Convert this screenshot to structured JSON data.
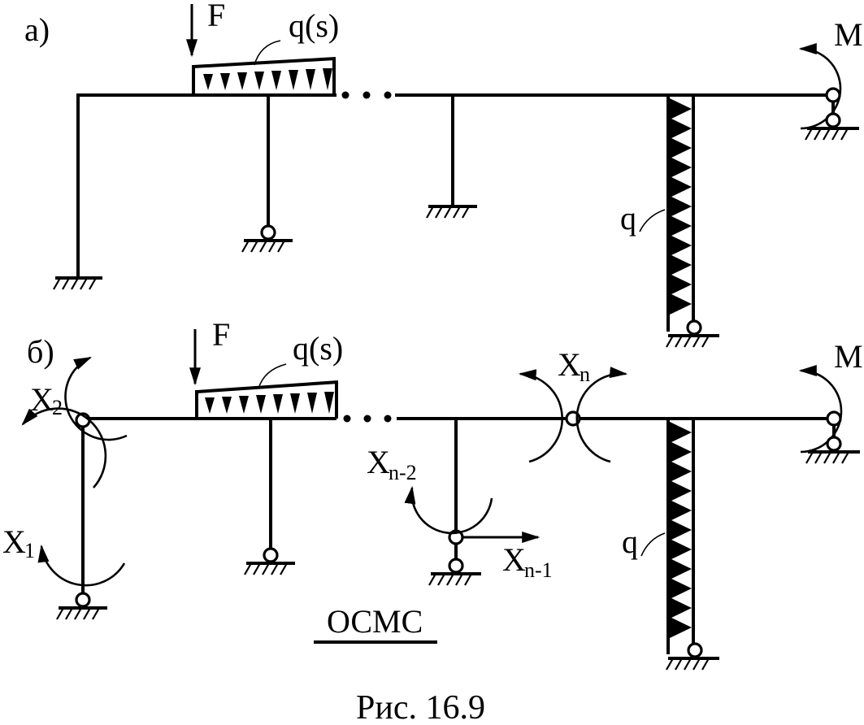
{
  "figure": {
    "caption": "Рис. 16.9",
    "basis_label": "ОСМС"
  },
  "panel_a": {
    "label": "а)",
    "force": "F",
    "distributed_load": "q(s)",
    "vertical_load": "q",
    "moment": "M"
  },
  "panel_b": {
    "label": "б)",
    "force": "F",
    "distributed_load": "q(s)",
    "vertical_load": "q",
    "moment": "M",
    "unknowns": {
      "x1": {
        "base": "X",
        "sub": "1"
      },
      "x2": {
        "base": "X",
        "sub": "2"
      },
      "xn": {
        "base": "X",
        "sub": "n"
      },
      "xn2": {
        "base": "X",
        "sub": "n-2"
      },
      "xn1": {
        "base": "X",
        "sub": "n-1"
      }
    }
  }
}
